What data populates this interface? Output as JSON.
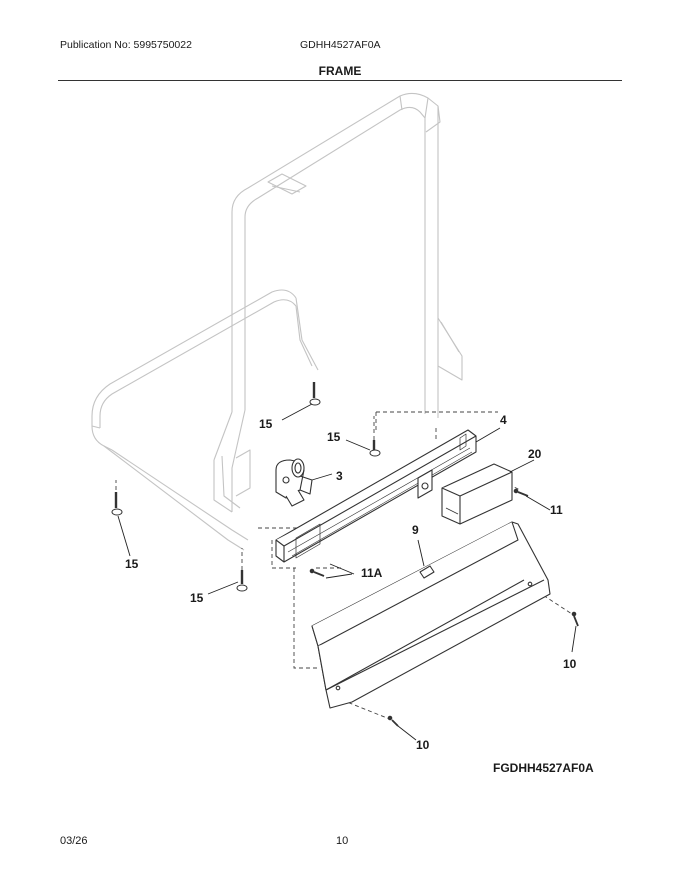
{
  "header": {
    "publication": "Publication No: 5995750022",
    "model": "GDHH4527AF0A",
    "section_title": "FRAME"
  },
  "diagram": {
    "callouts": [
      "15",
      "15",
      "3",
      "4",
      "20",
      "11",
      "9",
      "15",
      "11A",
      "15",
      "10",
      "10"
    ],
    "code": "FGDHH4527AF0A"
  },
  "footer": {
    "date": "03/26",
    "page": "10"
  }
}
